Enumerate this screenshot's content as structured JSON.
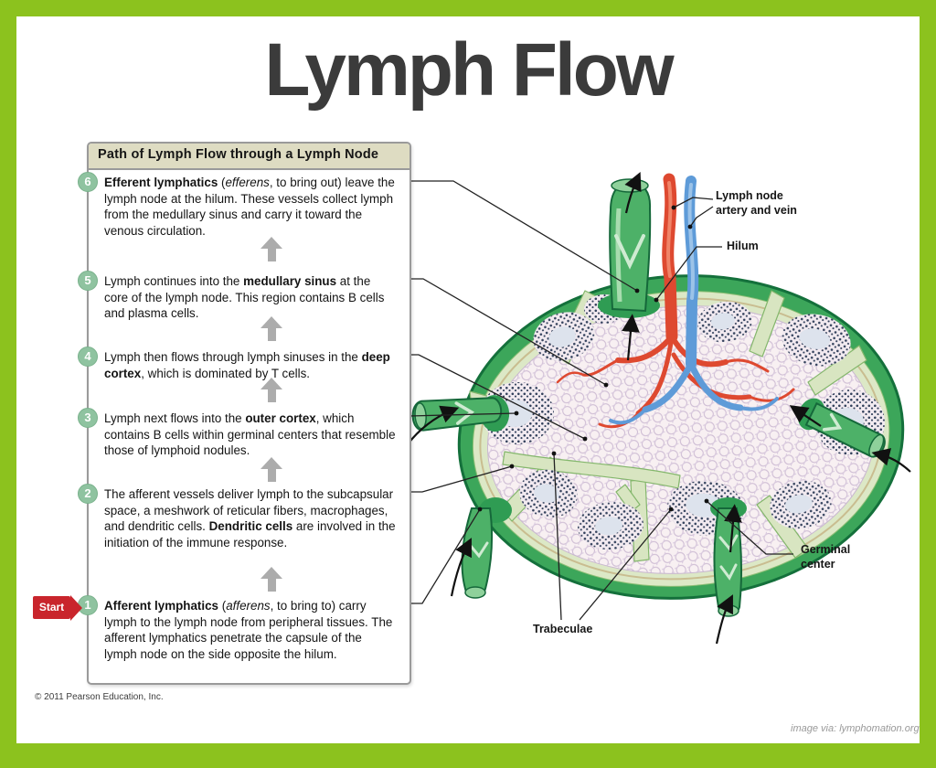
{
  "title": "Lymph Flow",
  "panel": {
    "header": "Path of Lymph Flow through a Lymph Node",
    "start_label": "Start",
    "steps": [
      {
        "number": "6",
        "segments": [
          {
            "t": "Efferent lymphatics",
            "b": true
          },
          {
            "t": " ("
          },
          {
            "t": "efferens",
            "i": true
          },
          {
            "t": ", to bring out) leave the lymph node at the hilum. These vessels collect lymph from the medullary sinus and carry it toward the venous circulation."
          }
        ]
      },
      {
        "number": "5",
        "segments": [
          {
            "t": "Lymph continues into the "
          },
          {
            "t": "medullary sinus",
            "b": true
          },
          {
            "t": " at the core of the lymph node. This region contains B cells and plasma cells."
          }
        ]
      },
      {
        "number": "4",
        "segments": [
          {
            "t": "Lymph then flows through lymph sinuses in the "
          },
          {
            "t": "deep cortex",
            "b": true
          },
          {
            "t": ", which is dominated by T cells."
          }
        ]
      },
      {
        "number": "3",
        "segments": [
          {
            "t": "Lymph next flows into the "
          },
          {
            "t": "outer cortex",
            "b": true
          },
          {
            "t": ", which contains B cells within germinal centers that resemble those of lymphoid nodules."
          }
        ]
      },
      {
        "number": "2",
        "segments": [
          {
            "t": "The afferent vessels deliver lymph to the subcapsular space, a meshwork of reticular fibers, macrophages, and dendritic cells. "
          },
          {
            "t": "Dendritic cells",
            "b": true
          },
          {
            "t": " are involved in the initiation of the immune response."
          }
        ]
      },
      {
        "number": "1",
        "segments": [
          {
            "t": "Afferent lymphatics",
            "b": true
          },
          {
            "t": " ("
          },
          {
            "t": "afferens",
            "i": true
          },
          {
            "t": ", to bring to) carry lymph to the lymph node from peripheral tissues. The afferent lymphatics penetrate the capsule of the lymph node on the side opposite the hilum."
          }
        ]
      }
    ]
  },
  "diagram_labels": {
    "artery_vein": "Lymph node artery and vein",
    "hilum": "Hilum",
    "germinal_center": "Germinal center",
    "trabeculae": "Trabeculae"
  },
  "footer": {
    "copyright": "© 2011 Pearson Education, Inc.",
    "attribution": "image via: lymphomation.org"
  },
  "colors": {
    "frame_green": "#8CC21E",
    "panel_header_bg": "#DEDCC2",
    "step_badge_green": "#8FC3A0",
    "start_arrow_red": "#C9252C",
    "flow_arrow_gray": "#ACACAC",
    "capsule_green": "#3CA65A",
    "artery_red": "#DE4930",
    "vein_blue": "#5E9BD8"
  }
}
